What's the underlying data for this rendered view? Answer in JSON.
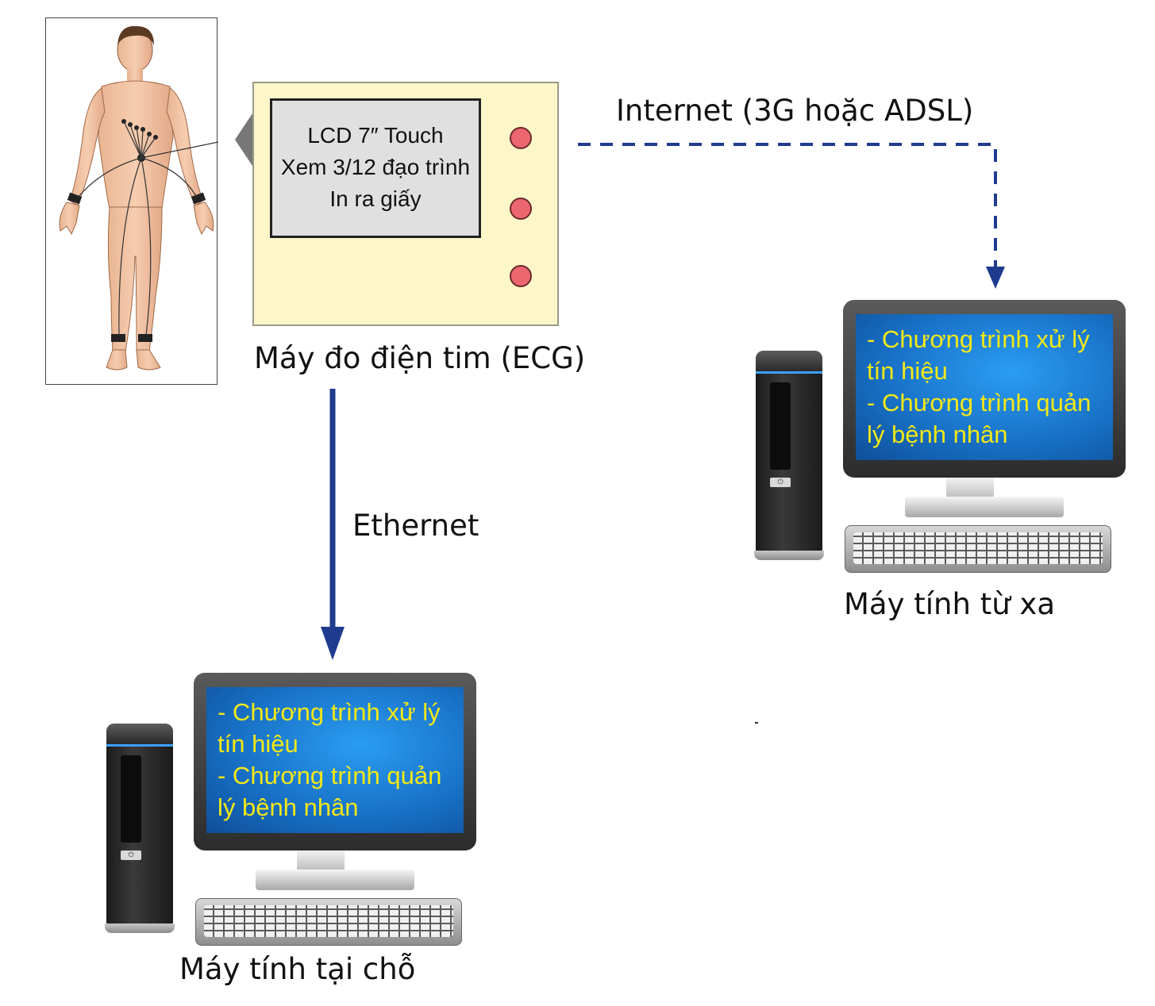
{
  "ecg_device": {
    "screen_lines": [
      "LCD 7″ Touch",
      "Xem 3/12 đạo trình",
      "In ra giấy"
    ],
    "label": "Máy đo điện tim (ECG)",
    "button_color": "#ec6670",
    "body_color": "#fdf6c8"
  },
  "links": {
    "internet_label": "Internet (3G hoặc ADSL)",
    "ethernet_label": "Ethernet",
    "line_color": "#1f3b8f"
  },
  "remote_computer": {
    "screen_lines": [
      "- Chương trình xử lý tín hiệu",
      "- Chương trình quản lý bệnh nhân"
    ],
    "label": "Máy tính từ xa"
  },
  "local_computer": {
    "screen_lines": [
      "- Chương trình xử lý tín hiệu",
      "- Chương trình quản lý bệnh nhân"
    ],
    "label": "Máy tính tại chỗ"
  },
  "screen_text_color": "#f3e817"
}
